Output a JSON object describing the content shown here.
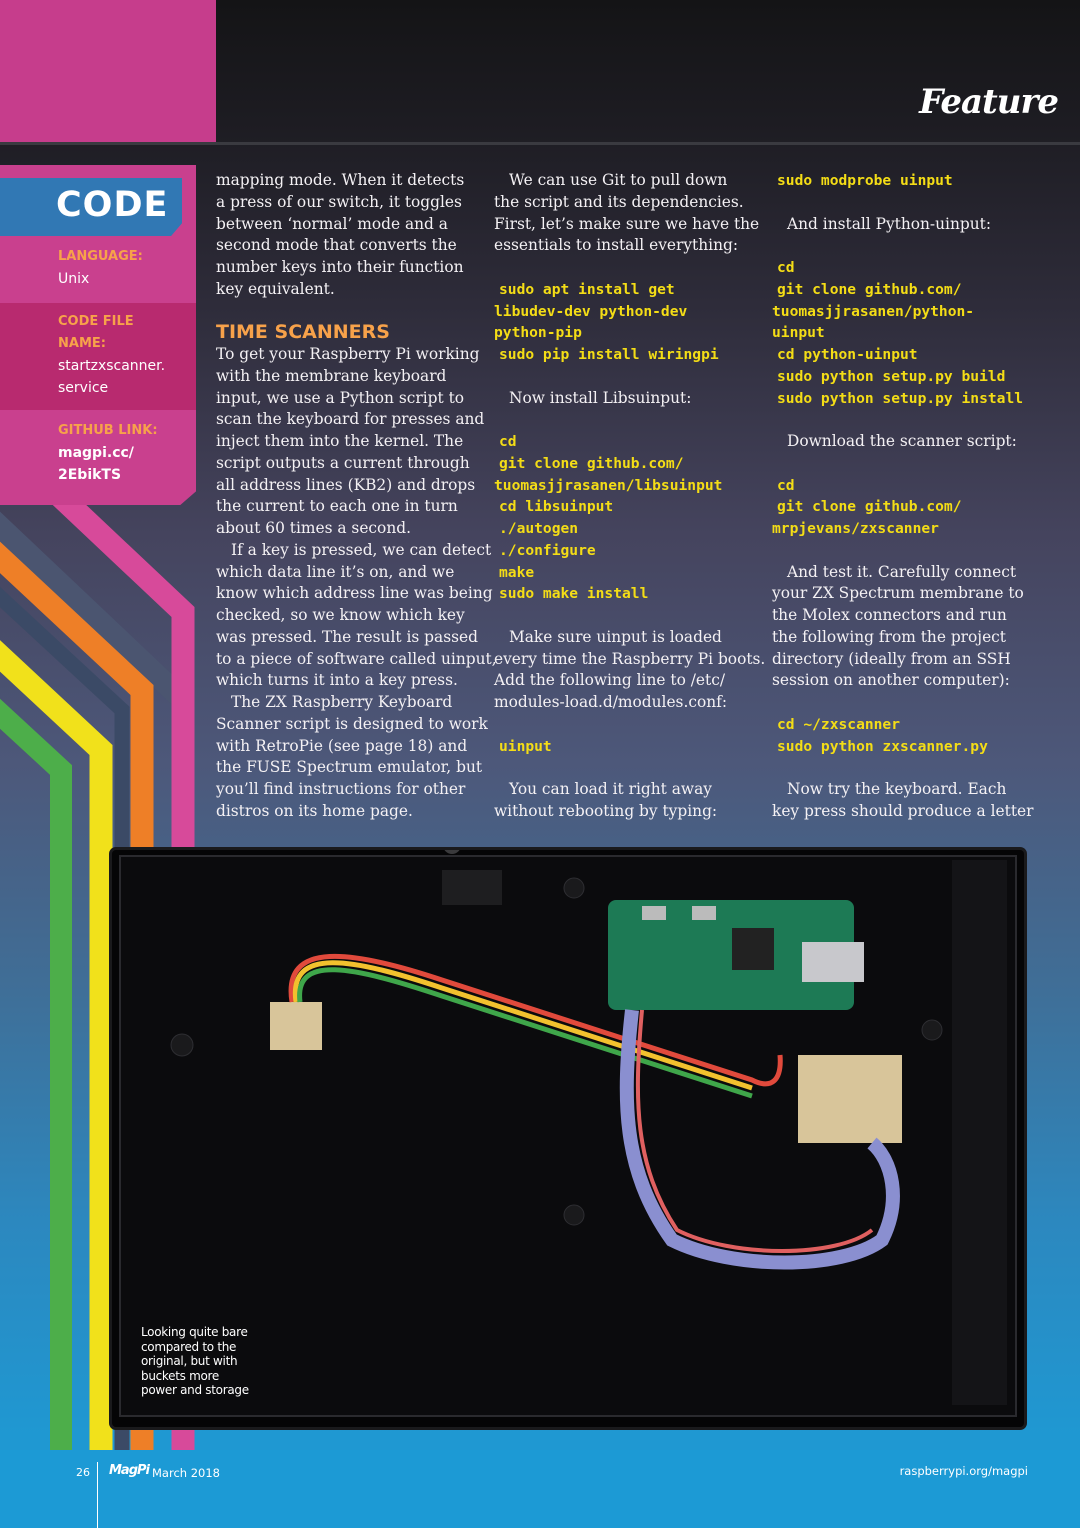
{
  "header": {
    "section": "Feature"
  },
  "sidebar": {
    "title": "CODE",
    "language_label": "LANGUAGE:",
    "language": "Unix",
    "file_label_1": "CODE FILE",
    "file_label_2": "NAME:",
    "file_1": "startzxscanner.",
    "file_2": "service",
    "github_label": "GITHUB LINK:",
    "github_1": "magpi.cc/",
    "github_2": "2EbikTS"
  },
  "columns": [
    [
      {
        "k": "p",
        "t": "mapping mode. When it detects"
      },
      {
        "k": "p",
        "t": "a press of our switch, it toggles"
      },
      {
        "k": "p",
        "t": "between ‘normal’ mode and a"
      },
      {
        "k": "p",
        "t": "second mode that converts the"
      },
      {
        "k": "p",
        "t": "number keys into their function"
      },
      {
        "k": "p",
        "t": "key equivalent."
      },
      {
        "k": "b",
        "t": ""
      },
      {
        "k": "h",
        "t": "TIME SCANNERS"
      },
      {
        "k": "p",
        "t": "To get your Raspberry Pi working"
      },
      {
        "k": "p",
        "t": "with the membrane keyboard"
      },
      {
        "k": "p",
        "t": "input, we use a Python script to"
      },
      {
        "k": "p",
        "t": "scan the keyboard for presses and"
      },
      {
        "k": "p",
        "t": "inject them into the kernel. The"
      },
      {
        "k": "p",
        "t": "script outputs a current through"
      },
      {
        "k": "p",
        "t": "all address lines (KB2) and drops"
      },
      {
        "k": "p",
        "t": "the current to each one in turn"
      },
      {
        "k": "p",
        "t": "about 60 times a second."
      },
      {
        "k": "pi",
        "t": "If a key is pressed, we can detect"
      },
      {
        "k": "p",
        "t": "which data line it’s on, and we"
      },
      {
        "k": "p",
        "t": "know which address line was being"
      },
      {
        "k": "p",
        "t": "checked, so we know which key"
      },
      {
        "k": "p",
        "t": "was pressed. The result is passed"
      },
      {
        "k": "p",
        "t": "to a piece of software called uinput,"
      },
      {
        "k": "p",
        "t": "which turns it into a key press."
      },
      {
        "k": "pi",
        "t": "The ZX Raspberry Keyboard"
      },
      {
        "k": "p",
        "t": "Scanner script is designed to work"
      },
      {
        "k": "p",
        "t": "with RetroPie (see page 18) and"
      },
      {
        "k": "p",
        "t": "the FUSE Spectrum emulator, but"
      },
      {
        "k": "p",
        "t": "you’ll find instructions for other"
      },
      {
        "k": "p",
        "t": "distros on its home page."
      }
    ],
    [
      {
        "k": "pi",
        "t": "We can use Git to pull down"
      },
      {
        "k": "p",
        "t": "the script and its dependencies."
      },
      {
        "k": "p",
        "t": "First, let’s make sure we have the"
      },
      {
        "k": "p",
        "t": "essentials to install everything:"
      },
      {
        "k": "b",
        "t": ""
      },
      {
        "k": "c",
        "t": "sudo apt install get"
      },
      {
        "k": "cc",
        "t": "libudev-dev python-dev"
      },
      {
        "k": "cc",
        "t": "python-pip"
      },
      {
        "k": "c",
        "t": "sudo pip install wiringpi"
      },
      {
        "k": "b",
        "t": ""
      },
      {
        "k": "pi",
        "t": "Now install Libsuinput:"
      },
      {
        "k": "b",
        "t": ""
      },
      {
        "k": "c",
        "t": "cd"
      },
      {
        "k": "c",
        "t": "git clone github.com/"
      },
      {
        "k": "cc",
        "t": "tuomasjjrasanen/libsuinput"
      },
      {
        "k": "c",
        "t": "cd libsuinput"
      },
      {
        "k": "c",
        "t": "./autogen"
      },
      {
        "k": "c",
        "t": "./configure"
      },
      {
        "k": "c",
        "t": "make"
      },
      {
        "k": "c",
        "t": "sudo make install"
      },
      {
        "k": "b",
        "t": ""
      },
      {
        "k": "pi",
        "t": "Make sure uinput is loaded"
      },
      {
        "k": "p",
        "t": "every time the Raspberry Pi boots."
      },
      {
        "k": "p",
        "t": "Add the following line to /etc/"
      },
      {
        "k": "p",
        "t": "modules-load.d/modules.conf:"
      },
      {
        "k": "b",
        "t": ""
      },
      {
        "k": "c",
        "t": "uinput"
      },
      {
        "k": "b",
        "t": ""
      },
      {
        "k": "pi",
        "t": "You can load it right away"
      },
      {
        "k": "p",
        "t": "without rebooting by typing:"
      }
    ],
    [
      {
        "k": "c",
        "t": "sudo modprobe uinput"
      },
      {
        "k": "b",
        "t": ""
      },
      {
        "k": "pi",
        "t": "And install Python-uinput:"
      },
      {
        "k": "b",
        "t": ""
      },
      {
        "k": "c",
        "t": "cd"
      },
      {
        "k": "c",
        "t": "git clone github.com/"
      },
      {
        "k": "cc",
        "t": "tuomasjjrasanen/python-"
      },
      {
        "k": "cc",
        "t": "uinput"
      },
      {
        "k": "c",
        "t": "cd python-uinput"
      },
      {
        "k": "c",
        "t": "sudo python setup.py build"
      },
      {
        "k": "c",
        "t": "sudo python setup.py install"
      },
      {
        "k": "b",
        "t": ""
      },
      {
        "k": "pi",
        "t": "Download the scanner script:"
      },
      {
        "k": "b",
        "t": ""
      },
      {
        "k": "c",
        "t": "cd"
      },
      {
        "k": "c",
        "t": "git clone github.com/"
      },
      {
        "k": "cc",
        "t": "mrpjevans/zxscanner"
      },
      {
        "k": "b",
        "t": ""
      },
      {
        "k": "pi",
        "t": "And test it. Carefully connect"
      },
      {
        "k": "p",
        "t": "your ZX Spectrum membrane to"
      },
      {
        "k": "p",
        "t": "the Molex connectors and run"
      },
      {
        "k": "p",
        "t": "the following from the project"
      },
      {
        "k": "p",
        "t": "directory (ideally from an SSH"
      },
      {
        "k": "p",
        "t": "session on another computer):"
      },
      {
        "k": "b",
        "t": ""
      },
      {
        "k": "c",
        "t": "cd ~/zxscanner"
      },
      {
        "k": "c",
        "t": "sudo python zxscanner.py"
      },
      {
        "k": "b",
        "t": ""
      },
      {
        "k": "pi",
        "t": "Now try the keyboard. Each"
      },
      {
        "k": "p",
        "t": "key press should produce a letter"
      }
    ]
  ],
  "photo": {
    "caption": "Looking quite bare\ncompared to the\noriginal, but with\nbuckets more\npower and storage"
  },
  "footer": {
    "page": "26",
    "logo": "MagPi",
    "issue": "March 2018",
    "site": "raspberrypi.org/magpi"
  },
  "colors": {
    "accent_pink": "#c9408e",
    "code_blue": "#3178b4",
    "heading_orange": "#f7a24a",
    "code_yellow": "#f4dd16",
    "footer_blue": "#1c9ad5"
  }
}
